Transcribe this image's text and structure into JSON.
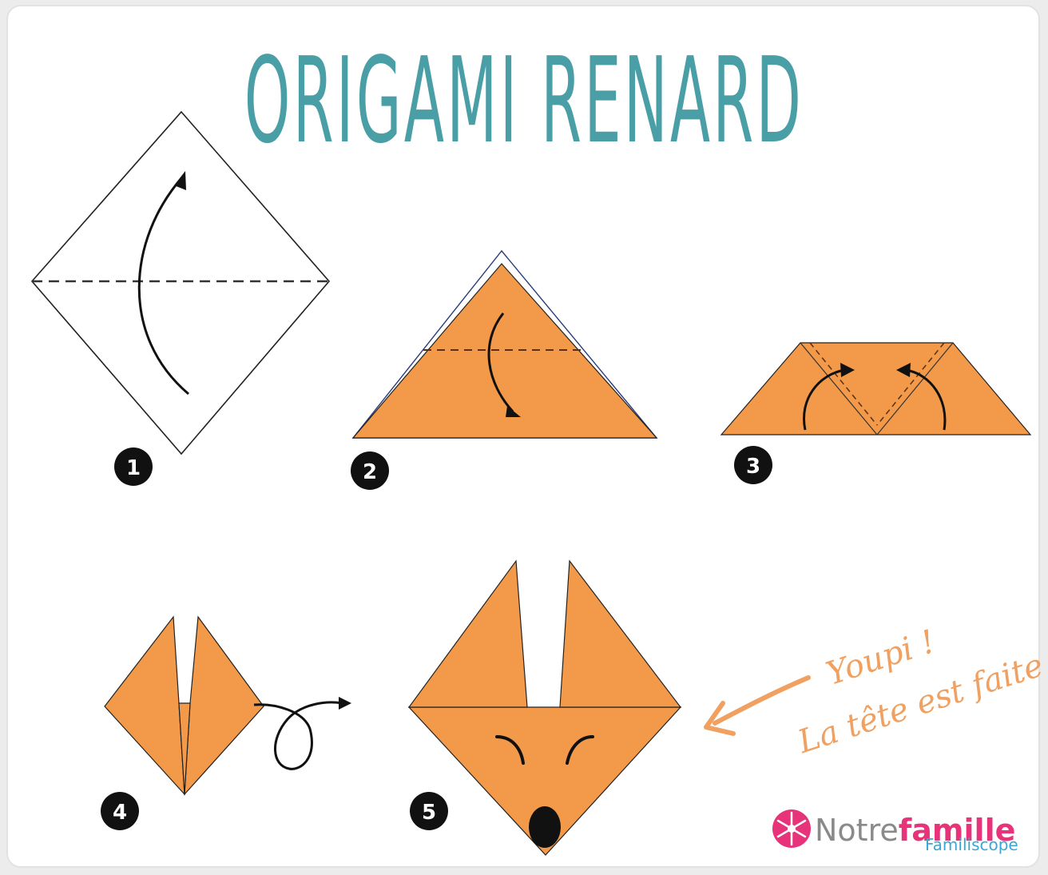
{
  "title": "ORIGAMI RENARD",
  "steps": [
    {
      "number": "1"
    },
    {
      "number": "2"
    },
    {
      "number": "3"
    },
    {
      "number": "4"
    },
    {
      "number": "5"
    }
  ],
  "note": {
    "line1": "Youpi !",
    "line2": "La tête est faite"
  },
  "logo": {
    "part1": "Notre",
    "part2": "famille",
    "tagline": "Familiscope"
  },
  "colors": {
    "paper": "#f29a4a",
    "title": "#4a9fa6",
    "note": "#f0a060",
    "logo_pink": "#e6337a",
    "logo_blue": "#3aa6d8"
  }
}
